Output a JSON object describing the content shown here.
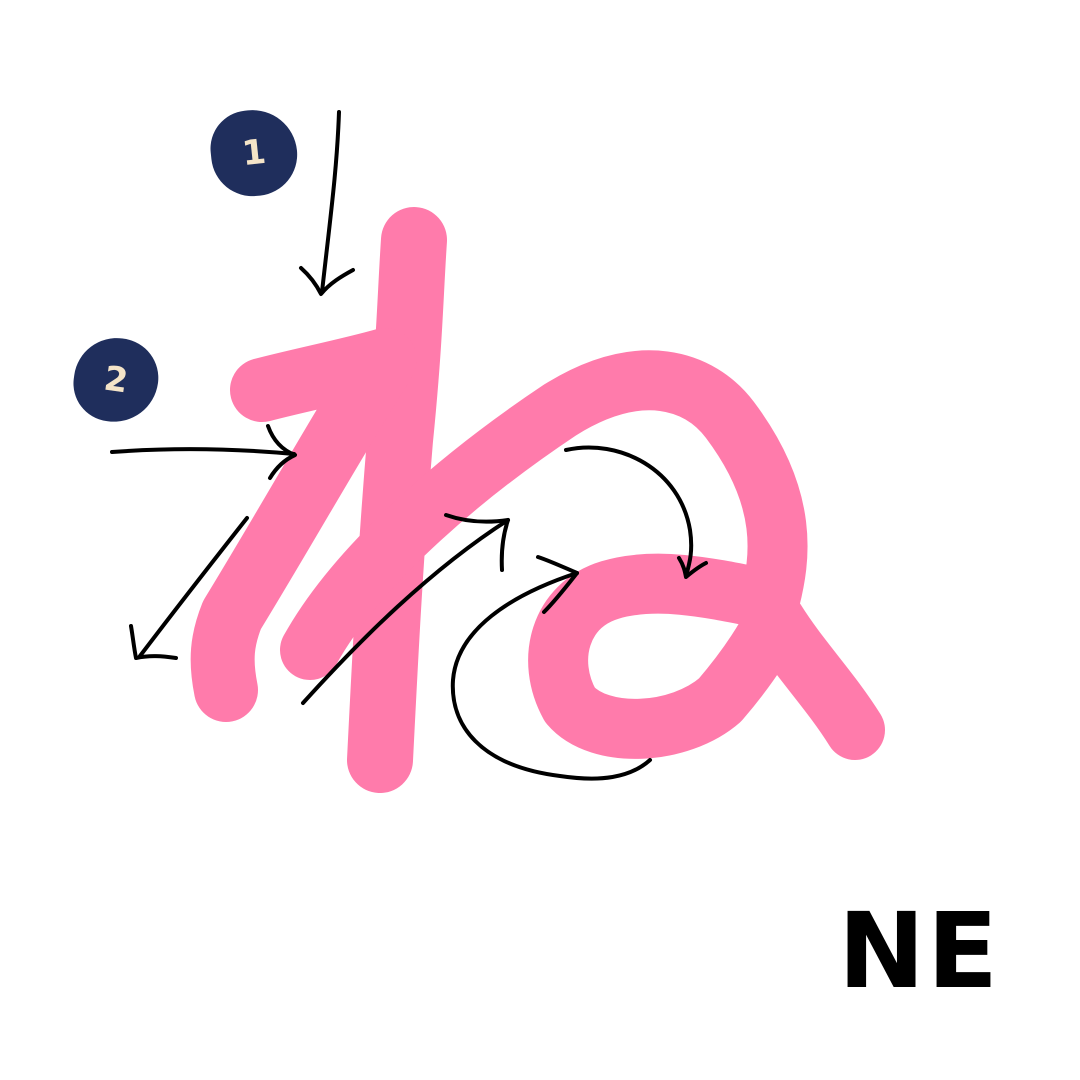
{
  "reading": "NE",
  "stroke_badges": [
    {
      "number": "1"
    },
    {
      "number": "2"
    }
  ],
  "colors": {
    "glyph": "#ff7bab",
    "badge_fill": "#1f2e5c",
    "badge_text": "#f4e4c8",
    "arrow": "#000000",
    "label": "#000000",
    "background": "#ffffff"
  },
  "icons": {
    "glyph": "hiragana-ne-icon",
    "arrows": "stroke-direction-arrow-icon"
  }
}
